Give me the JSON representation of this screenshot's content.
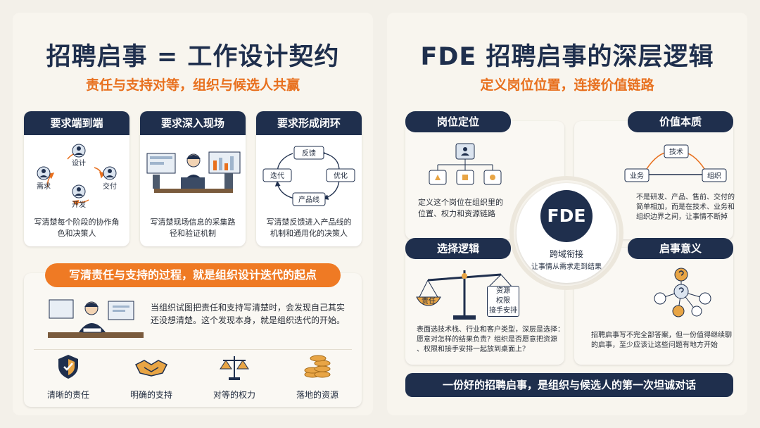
{
  "left": {
    "title": "招聘启事 = 工作设计契约",
    "subtitle": "责任与支持对等，组织与候选人共赢",
    "cards": [
      {
        "header": "要求端到端",
        "nodes": [
          "设计",
          "交付",
          "开发",
          "需求"
        ],
        "text_lines": [
          "写清楚每个阶段的协作角",
          "色和决策人"
        ]
      },
      {
        "header": "要求深入现场",
        "text_lines": [
          "写清楚现场信息的采集路",
          "径和验证机制"
        ]
      },
      {
        "header": "要求形成闭环",
        "nodes": [
          "反馈",
          "优化",
          "产品线",
          "迭代"
        ],
        "text_lines": [
          "写清楚反馈进入产品线的",
          "机制和通用化的决策人"
        ]
      }
    ],
    "banner": "写清责任与支持的过程，就是组织设计迭代的起点",
    "body_lines": [
      "当组织试图把责任和支持写清楚时，会发现自己其实",
      "还没想清楚。这个发现本身，就是组织迭代的开始。"
    ],
    "icons": [
      {
        "label": "清晰的责任",
        "icon": "shield-icon"
      },
      {
        "label": "明确的支持",
        "icon": "handshake-icon"
      },
      {
        "label": "对等的权力",
        "icon": "scale-icon"
      },
      {
        "label": "落地的资源",
        "icon": "coins-icon"
      }
    ]
  },
  "right": {
    "title": "FDE 招聘启事的深层逻辑",
    "subtitle": "定义岗位位置，连接价值链路",
    "center": {
      "label": "FDE",
      "line1": "跨域衔接",
      "line2": "让事情从需求走到结果"
    },
    "quadrants": [
      {
        "header": "岗位定位",
        "text_lines": [
          "定义这个岗位在组织里的",
          "位置、权力和资源链路"
        ]
      },
      {
        "header": "价值本质",
        "nodes": [
          "技术",
          "业务",
          "组织"
        ],
        "text_lines": [
          "不是研发、产品、售前、交付的",
          "简单相加，而是在技术、业务和",
          "组织边界之间，让事情不断掉"
        ]
      },
      {
        "header": "选择逻辑",
        "scale_left": "责任",
        "scale_right": [
          "资源",
          "权限",
          "接手安排"
        ],
        "text_lines": [
          "表面选技术栈、行业和客户类型，深层是选择：",
          "愿意对怎样的结果负责？组织是否愿意把资源",
          "、权限和接手安排一起放到桌面上？"
        ]
      },
      {
        "header": "启事意义",
        "text_lines": [
          "招聘启事写不完全部答案，但一份值得继续聊",
          "的启事，至少应该让这些问题有地方开始"
        ]
      }
    ],
    "bottom_banner": "一份好的招聘启事，是组织与候选人的第一次坦诚对话"
  },
  "colors": {
    "navy": "#1f2f4d",
    "orange": "#e8701e",
    "background": "#f3f0e9"
  }
}
